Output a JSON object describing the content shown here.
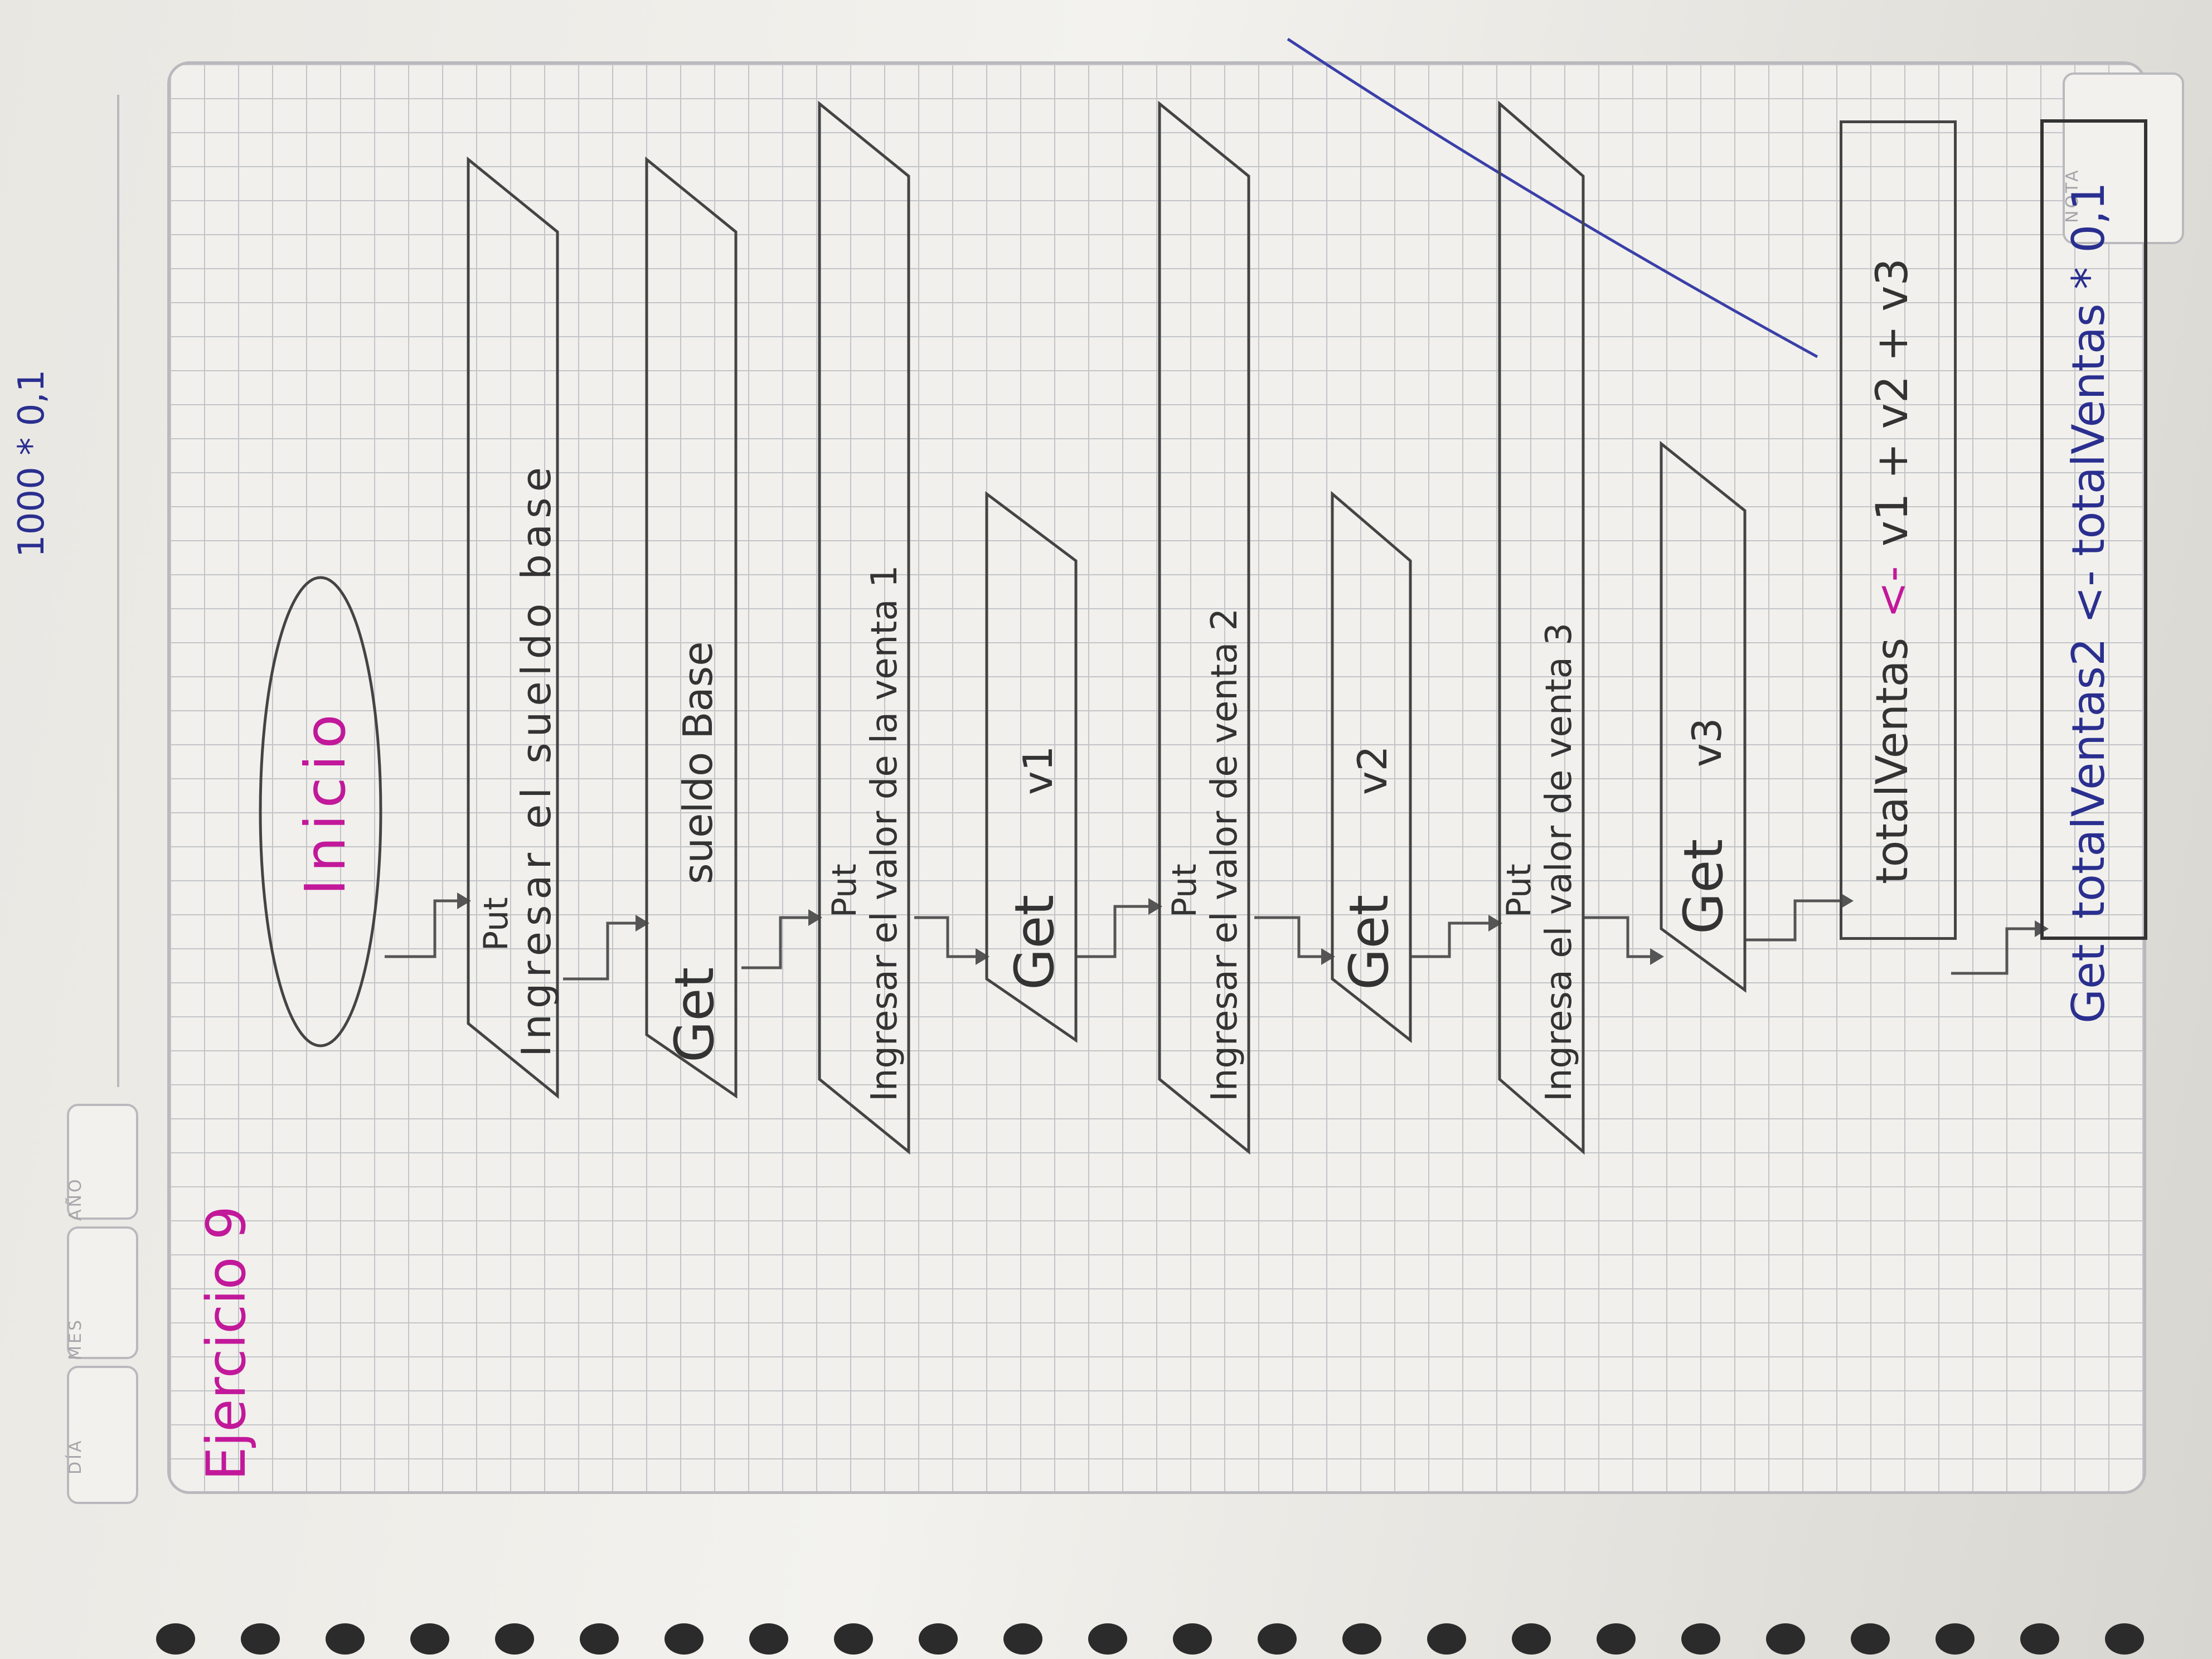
{
  "header": {
    "dia_label": "DÍA",
    "mes_label": "MES",
    "ano_label": "AÑO",
    "nota_label": "NOTA"
  },
  "margin_note": "1000 * 0,1",
  "title": "Ejercicio 9",
  "flowchart": {
    "start": "Inicio",
    "steps": [
      {
        "type": "io",
        "kind": "Put",
        "text": "Ingresar el sueldo base"
      },
      {
        "type": "io",
        "kind": "Get",
        "text": "sueldo Base"
      },
      {
        "type": "io",
        "kind": "Put",
        "text": "Ingresar el valor de la venta 1"
      },
      {
        "type": "io",
        "kind": "Get",
        "text": "v1"
      },
      {
        "type": "io",
        "kind": "Put",
        "text": "Ingresar el valor de venta 2"
      },
      {
        "type": "io",
        "kind": "Get",
        "text": "v2"
      },
      {
        "type": "io",
        "kind": "Put",
        "text": "Ingresa el valor de venta 3"
      },
      {
        "type": "io",
        "kind": "Get",
        "text": "v3"
      }
    ],
    "process_1": {
      "lhs": "totalVentas",
      "arrow": "<-",
      "rhs": "v1 + v2 + v3"
    },
    "process_2": {
      "prefix": "Get",
      "lhs": "totalVentas2",
      "arrow": "<-",
      "rhs": "totalVentas * 0,1"
    }
  },
  "colors": {
    "pencil": "#3a3a3a",
    "pink_marker": "#c2189a",
    "blue_pen": "#2a2f8f",
    "grid_line": "#c3c4c8"
  }
}
